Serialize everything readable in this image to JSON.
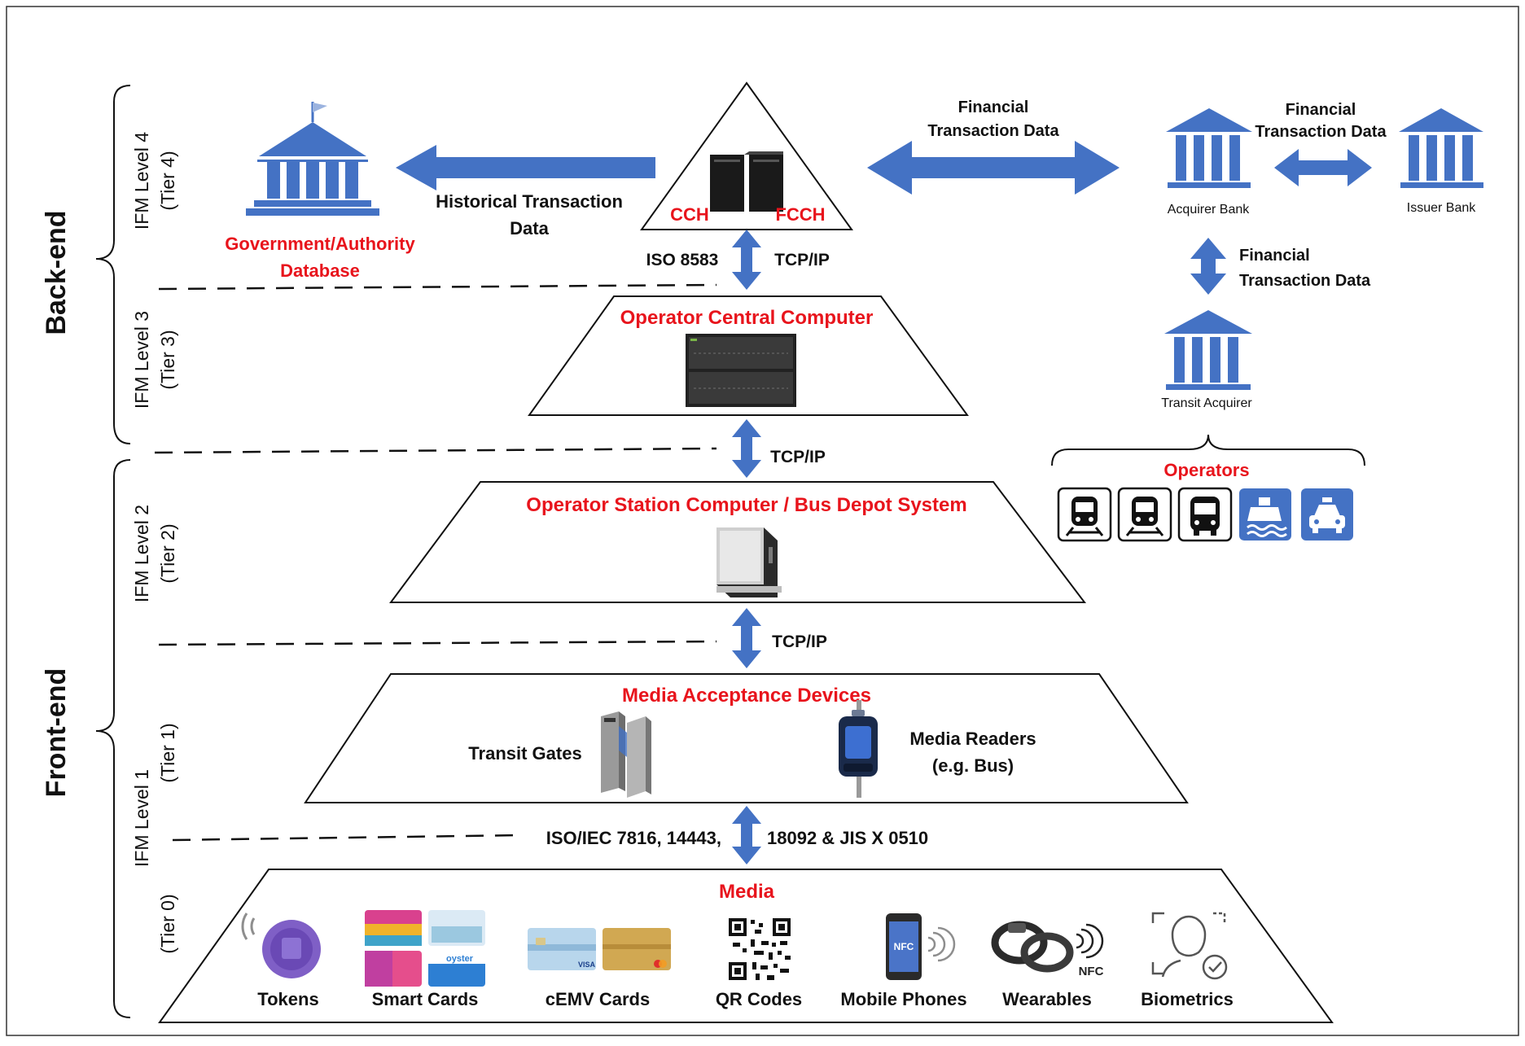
{
  "colors": {
    "accent_blue": "#4472c4",
    "red_label": "#e8141c",
    "text": "#111111"
  },
  "sections": {
    "back_end": "Back-end",
    "front_end": "Front-end"
  },
  "levels": {
    "level4_a": "IFM Level 4",
    "level4_b": "(Tier 4)",
    "level3_a": "IFM Level 3",
    "level3_b": "(Tier 3)",
    "level2_a": "IFM Level 2",
    "level2_b": "(Tier 2)",
    "tier1": "(Tier 1)",
    "level1": "IFM Level 1",
    "tier0": "(Tier 0)"
  },
  "tier4": {
    "gov_line1": "Government/Authority",
    "gov_line2": "Database",
    "hist_line1": "Historical Transaction",
    "hist_line2": "Data",
    "cch": "CCH",
    "fcch": "FCCH",
    "fin1_line1": "Financial",
    "fin1_line2": "Transaction Data",
    "fin2_line1": "Financial",
    "fin2_line2": "Transaction Data",
    "fin3_line1": "Financial",
    "fin3_line2": "Transaction Data",
    "acquirer_bank": "Acquirer Bank",
    "issuer_bank": "Issuer Bank",
    "transit_acquirer": "Transit Acquirer",
    "iso8583": "ISO 8583",
    "tcpip_top": "TCP/IP"
  },
  "tier3": {
    "title": "Operator Central Computer",
    "tcpip": "TCP/IP"
  },
  "operators": {
    "title": "Operators",
    "icons": [
      "train-icon",
      "train-icon",
      "bus-icon",
      "ship-icon",
      "taxi-icon"
    ]
  },
  "tier2": {
    "title": "Operator Station Computer / Bus Depot System",
    "tcpip": "TCP/IP"
  },
  "tier1": {
    "title": "Media Acceptance Devices",
    "gates": "Transit Gates",
    "readers_line1": "Media Readers",
    "readers_line2": "(e.g. Bus)",
    "standards_left": "ISO/IEC 7816, 14443,",
    "standards_right": "18092 & JIS X 0510"
  },
  "tier0": {
    "title": "Media",
    "items": [
      "Tokens",
      "Smart Cards",
      "cEMV Cards",
      "QR Codes",
      "Mobile Phones",
      "Wearables",
      "Biometrics"
    ],
    "nfc_phone": "NFC",
    "nfc_wear": "NFC",
    "card_brand1": "oyster",
    "card_brand2": "VISA"
  }
}
